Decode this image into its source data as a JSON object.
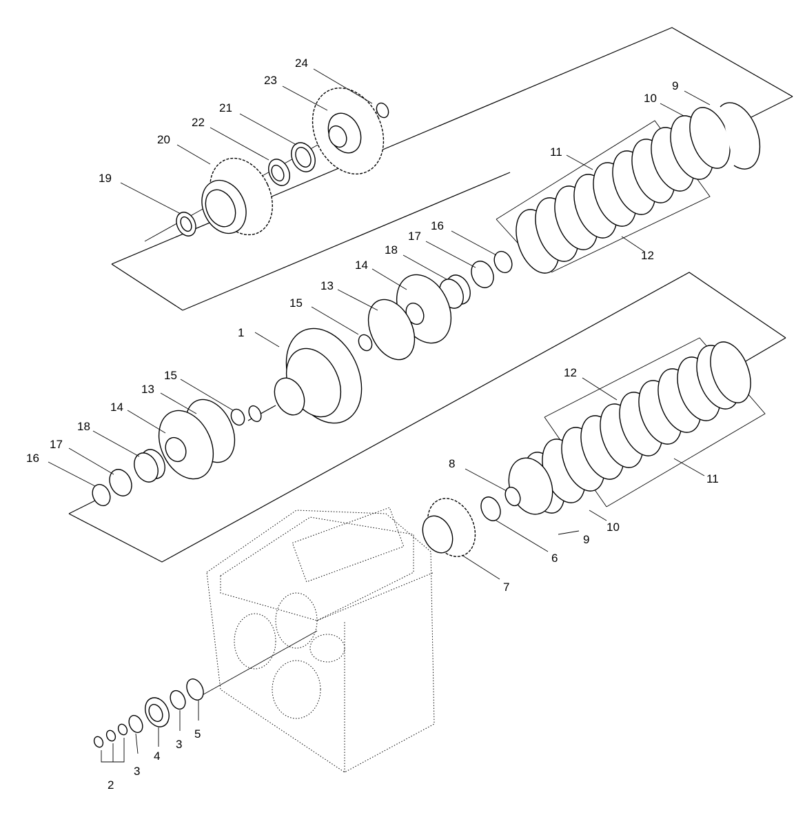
{
  "diagram": {
    "callouts": [
      {
        "id": "c1",
        "text": "1"
      },
      {
        "id": "c2",
        "text": "2"
      },
      {
        "id": "c3a",
        "text": "3"
      },
      {
        "id": "c3b",
        "text": "3"
      },
      {
        "id": "c4",
        "text": "4"
      },
      {
        "id": "c5",
        "text": "5"
      },
      {
        "id": "c6",
        "text": "6"
      },
      {
        "id": "c7",
        "text": "7"
      },
      {
        "id": "c8",
        "text": "8"
      },
      {
        "id": "c9a",
        "text": "9"
      },
      {
        "id": "c9b",
        "text": "9"
      },
      {
        "id": "c10a",
        "text": "10"
      },
      {
        "id": "c10b",
        "text": "10"
      },
      {
        "id": "c11a",
        "text": "11"
      },
      {
        "id": "c11b",
        "text": "11"
      },
      {
        "id": "c12a",
        "text": "12"
      },
      {
        "id": "c12b",
        "text": "12"
      },
      {
        "id": "c13a",
        "text": "13"
      },
      {
        "id": "c13b",
        "text": "13"
      },
      {
        "id": "c14a",
        "text": "14"
      },
      {
        "id": "c14b",
        "text": "14"
      },
      {
        "id": "c15a",
        "text": "15"
      },
      {
        "id": "c15b",
        "text": "15"
      },
      {
        "id": "c16a",
        "text": "16"
      },
      {
        "id": "c16b",
        "text": "16"
      },
      {
        "id": "c17a",
        "text": "17"
      },
      {
        "id": "c17b",
        "text": "17"
      },
      {
        "id": "c18a",
        "text": "18"
      },
      {
        "id": "c18b",
        "text": "18"
      },
      {
        "id": "c19",
        "text": "19"
      },
      {
        "id": "c20",
        "text": "20"
      },
      {
        "id": "c21",
        "text": "21"
      },
      {
        "id": "c22",
        "text": "22"
      },
      {
        "id": "c23",
        "text": "23"
      },
      {
        "id": "c24",
        "text": "24"
      }
    ]
  }
}
